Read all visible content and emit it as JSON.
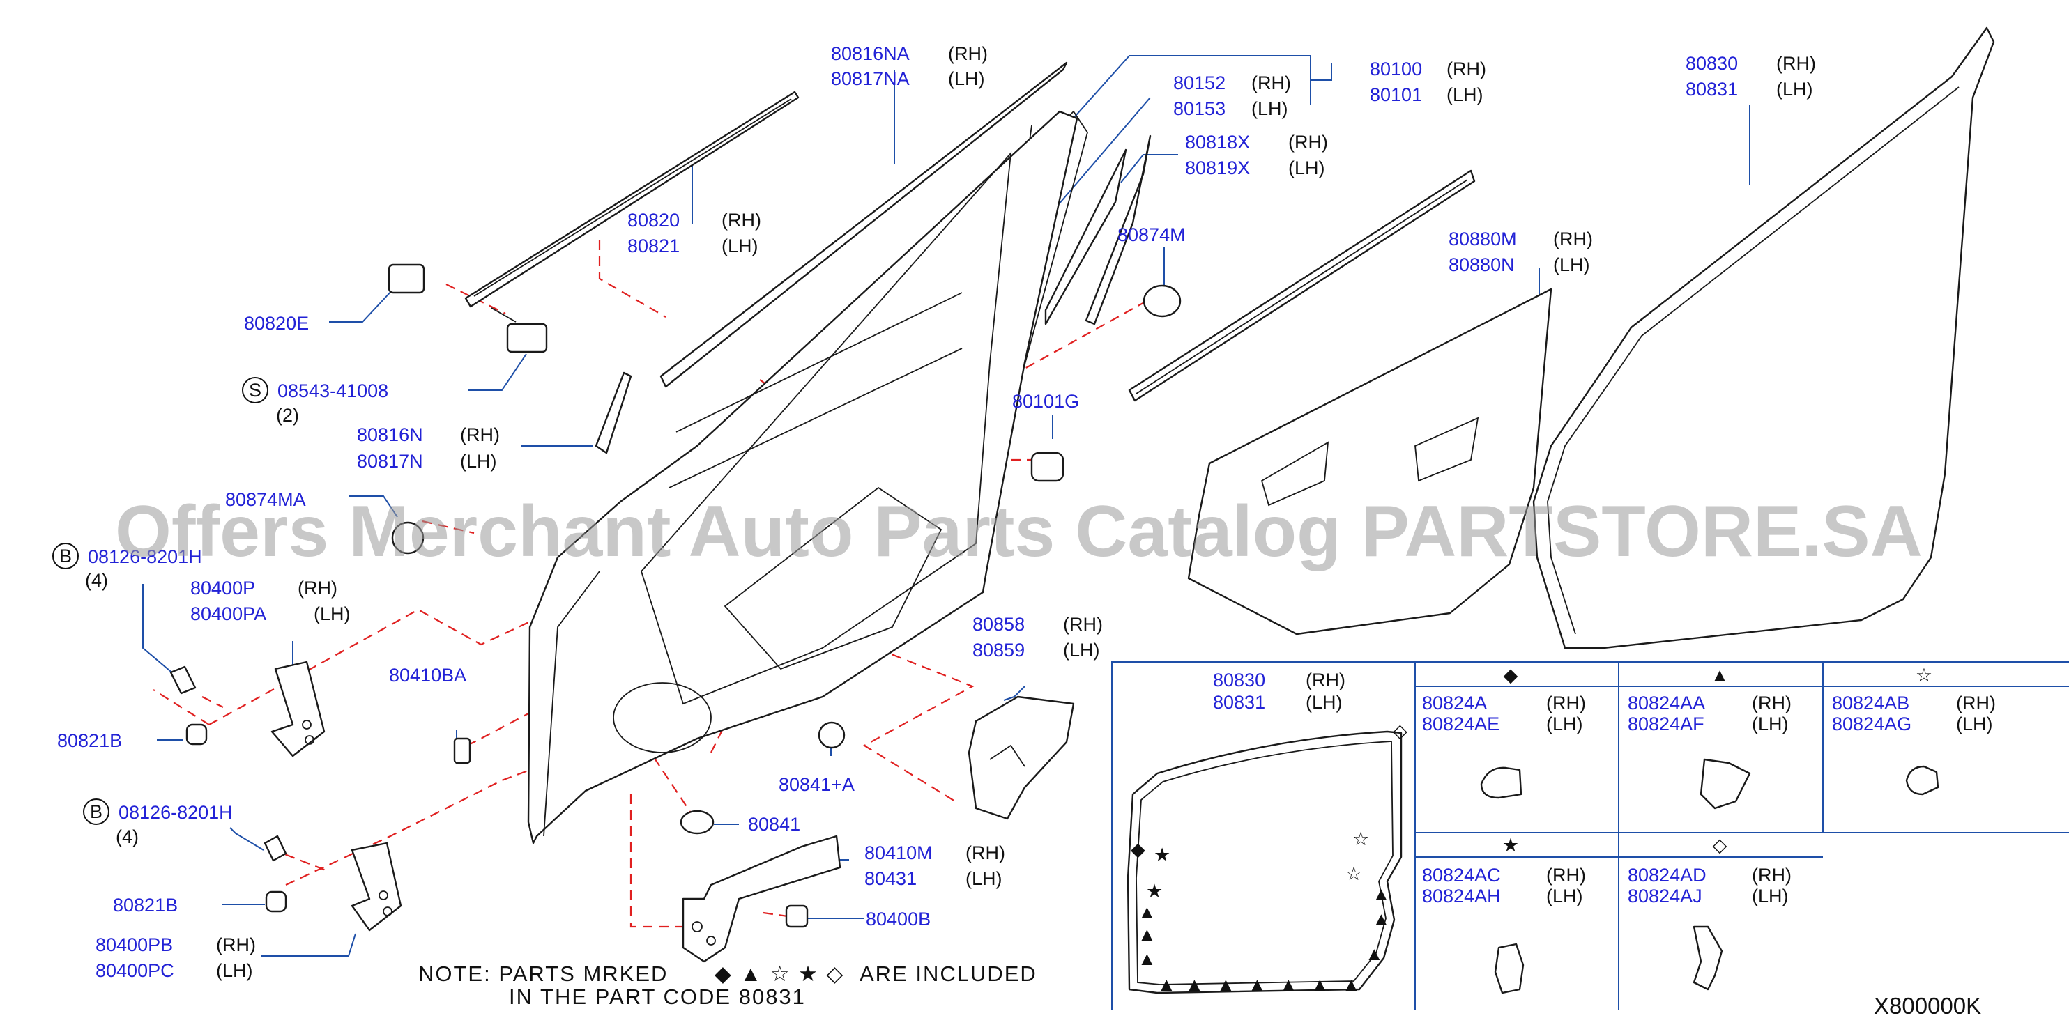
{
  "watermark": "Offers Merchant Auto Parts Catalog PARTSTORE.SA",
  "diagram_code": "X800000K",
  "note": {
    "line1": "NOTE:  PARTS  MRKED",
    "symbols": "◆ ▲ ☆ ★ ◇",
    "line1b": "ARE   INCLUDED",
    "line2": "IN   THE   PART   CODE   80831"
  },
  "callouts": {
    "c80816NA": {
      "part": "80816NA",
      "side": "(RH)"
    },
    "c80817NA": {
      "part": "80817NA",
      "side": "(LH)"
    },
    "c80100": {
      "part": "80100",
      "side": "(RH)"
    },
    "c80101": {
      "part": "80101",
      "side": "(LH)"
    },
    "c80152": {
      "part": "80152",
      "side": "(RH)"
    },
    "c80153": {
      "part": "80153",
      "side": "(LH)"
    },
    "c80818X": {
      "part": "80818X",
      "side": "(RH)"
    },
    "c80819X": {
      "part": "80819X",
      "side": "(LH)"
    },
    "c80830top": {
      "part": "80830",
      "side": "(RH)"
    },
    "c80831top": {
      "part": "80831",
      "side": "(LH)"
    },
    "c80820": {
      "part": "80820",
      "side": "(RH)"
    },
    "c80821": {
      "part": "80821",
      "side": "(LH)"
    },
    "c80874M": {
      "part": "80874M"
    },
    "c80880M": {
      "part": "80880M",
      "side": "(RH)"
    },
    "c80880N": {
      "part": "80880N",
      "side": "(LH)"
    },
    "c80820E": {
      "part": "80820E"
    },
    "c08543": {
      "prefix": "S",
      "part": "08543-41008",
      "qty": "(2)"
    },
    "c80101G": {
      "part": "80101G"
    },
    "c80816N": {
      "part": "80816N",
      "side": "(RH)"
    },
    "c80817N": {
      "part": "80817N",
      "side": "(LH)"
    },
    "c80874MA": {
      "part": "80874MA"
    },
    "c08126a": {
      "prefix": "B",
      "part": "08126-8201H",
      "qty": "(4)"
    },
    "c80400P": {
      "part": "80400P",
      "side": "(RH)"
    },
    "c80400PA": {
      "part": "80400PA",
      "side": "(LH)"
    },
    "c80858": {
      "part": "80858",
      "side": "(RH)"
    },
    "c80859": {
      "part": "80859",
      "side": "(LH)"
    },
    "c80410BA": {
      "part": "80410BA"
    },
    "c80821Ba": {
      "part": "80821B"
    },
    "c80841A": {
      "part": "80841+A"
    },
    "c08126b": {
      "prefix": "B",
      "part": "08126-8201H",
      "qty": "(4)"
    },
    "c80841": {
      "part": "80841"
    },
    "c80410M": {
      "part": "80410M",
      "side": "(RH)"
    },
    "c80431": {
      "part": "80431",
      "side": "(LH)"
    },
    "c80821Bb": {
      "part": "80821B"
    },
    "c80400B": {
      "part": "80400B"
    },
    "c80400PB": {
      "part": "80400PB",
      "side": "(RH)"
    },
    "c80400PC": {
      "part": "80400PC",
      "side": "(LH)"
    }
  },
  "inset": {
    "seal": {
      "rh_part": "80830",
      "rh_side": "(RH)",
      "lh_part": "80831",
      "lh_side": "(LH)"
    },
    "clips": [
      {
        "symbol": "◆",
        "rh_part": "80824A",
        "rh_side": "(RH)",
        "lh_part": "80824AE",
        "lh_side": "(LH)"
      },
      {
        "symbol": "▲",
        "rh_part": "80824AA",
        "rh_side": "(RH)",
        "lh_part": "80824AF",
        "lh_side": "(LH)"
      },
      {
        "symbol": "☆",
        "rh_part": "80824AB",
        "rh_side": "(RH)",
        "lh_part": "80824AG",
        "lh_side": "(LH)"
      },
      {
        "symbol": "★",
        "rh_part": "80824AC",
        "rh_side": "(RH)",
        "lh_part": "80824AH",
        "lh_side": "(LH)"
      },
      {
        "symbol": "◇",
        "rh_part": "80824AD",
        "rh_side": "(RH)",
        "lh_part": "80824AJ",
        "lh_side": "(LH)"
      }
    ]
  }
}
